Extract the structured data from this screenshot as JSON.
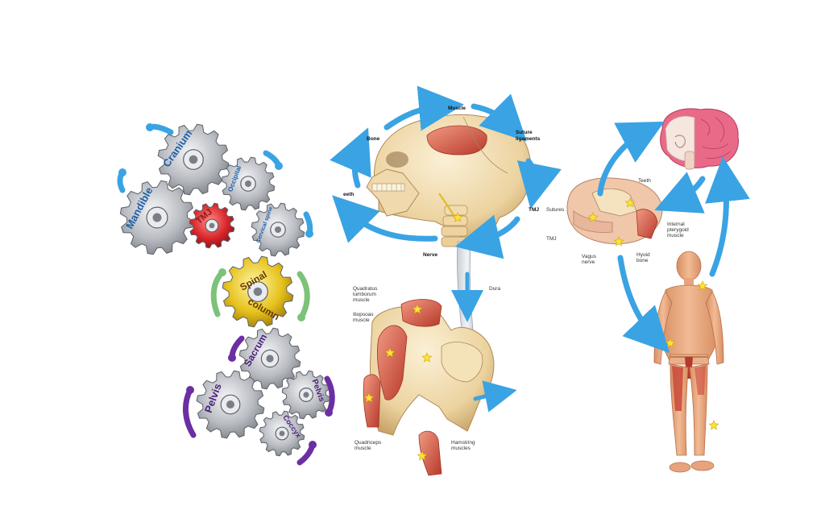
{
  "colors": {
    "arrow_blue": "#3aa3e3",
    "arrow_green": "#7cc27a",
    "arrow_purple": "#6b2fa3",
    "gear_silver": "#b9bcc2",
    "gear_red": "#d8262b",
    "gear_gold": "#e6c21d",
    "bone": "#f1d9a8",
    "muscle": "#d9563f",
    "skin": "#eeb28b",
    "star": "#ffe23a"
  },
  "gears": {
    "cranium": "Cranium",
    "occipital": "Occipital",
    "mandible": "Mandible",
    "tmj": "TMJ",
    "cervical_spine": "Cervical spine",
    "spinal_line1": "Spinal",
    "spinal_line2": "column",
    "sacrum": "Sacrum",
    "pelvis_left": "Pelvis",
    "pelvis_right": "Pelvis",
    "coccyx": "Coccyx"
  },
  "skull": {
    "muscle": "Muscle",
    "suture_line1": "Suture",
    "suture_line2": "ligaments",
    "bone": "Bone",
    "teeth": "eeth",
    "tmj": "TMJ",
    "nerve": "Nerve",
    "dura": "Dura"
  },
  "pelvis": {
    "quadratus_1": "Quadratus",
    "quadratus_2": "lumborum",
    "quadratus_3": "muscle",
    "iliopsoas_1": "Iliopsoas",
    "iliopsoas_2": "muscle",
    "quadriceps_1": "Quadriceps",
    "quadriceps_2": "muscle",
    "hamstring_1": "Hamstring",
    "hamstring_2": "muscles"
  },
  "jaw": {
    "teeth": "Teeth",
    "sutures": "Sutures",
    "tmj": "TMJ",
    "vagus_1": "Vagus",
    "vagus_2": "nerve",
    "hyoid_1": "Hyoid",
    "hyoid_2": "bone",
    "pterygoid_1": "Internal",
    "pterygoid_2": "pterygoid",
    "pterygoid_3": "muscle"
  },
  "icons": [
    "gear-icon",
    "arrow-icon",
    "star-icon",
    "skull-icon",
    "brain-icon",
    "pelvis-icon",
    "human-figure-icon"
  ]
}
